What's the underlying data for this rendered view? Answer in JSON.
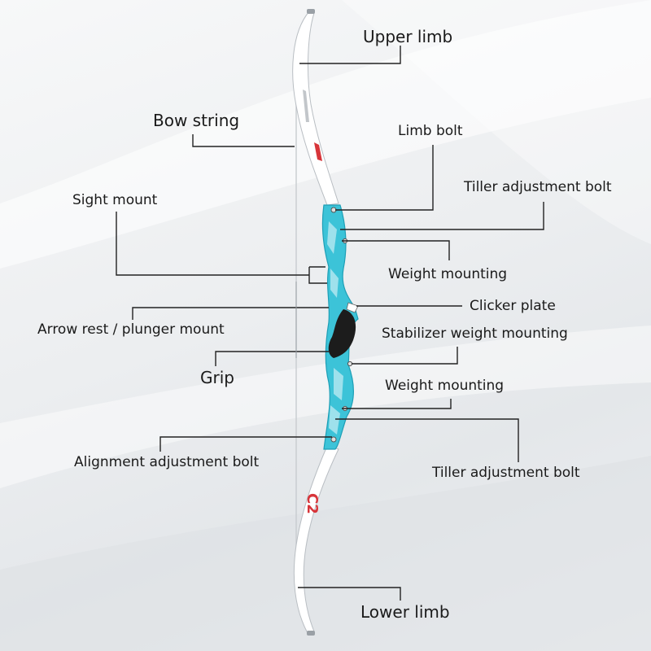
{
  "labels": {
    "upper_limb": "Upper limb",
    "bow_string": "Bow string",
    "limb_bolt": "Limb bolt",
    "tiller_bolt_top": "Tiller adjustment bolt",
    "sight_mount": "Sight mount",
    "weight_mounting_top": "Weight mounting",
    "clicker_plate": "Clicker plate",
    "arrow_rest": "Arrow rest / plunger mount",
    "stabilizer_weight": "Stabilizer weight mounting",
    "grip": "Grip",
    "weight_mounting_bottom": "Weight mounting",
    "alignment_bolt": "Alignment adjustment bolt",
    "tiller_bolt_bottom": "Tiller adjustment bolt",
    "lower_limb": "Lower limb"
  },
  "colors": {
    "riser": "#3cc3d8",
    "riser_dark": "#1e9fb6",
    "limb": "#ffffff",
    "grip": "#1c1c1c",
    "limb_logo": "#d7353a",
    "leader_line": "#222222"
  }
}
